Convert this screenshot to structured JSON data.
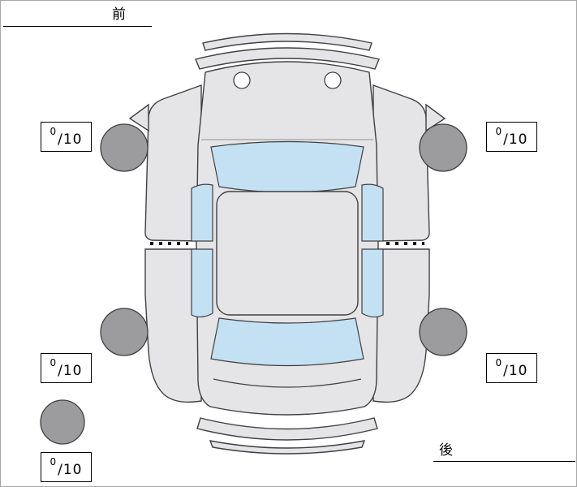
{
  "labels": {
    "front": "前",
    "rear": "後"
  },
  "scores": {
    "front_left": {
      "value": "0",
      "denom": "/10"
    },
    "front_right": {
      "value": "0",
      "denom": "/10"
    },
    "rear_left": {
      "value": "0",
      "denom": "/10"
    },
    "rear_right": {
      "value": "0",
      "denom": "/10"
    },
    "spare": {
      "value": "0",
      "denom": "/10"
    }
  },
  "colors": {
    "body": "#e5e5e8",
    "glass": "#c3e1f3",
    "tire": "#9c9c9e",
    "outline": "#404040"
  },
  "icons": {
    "car": "car-top-view-diagram",
    "tire": "gray-circle",
    "mirror": "small-triangle",
    "hood_marker": "white-circle"
  }
}
